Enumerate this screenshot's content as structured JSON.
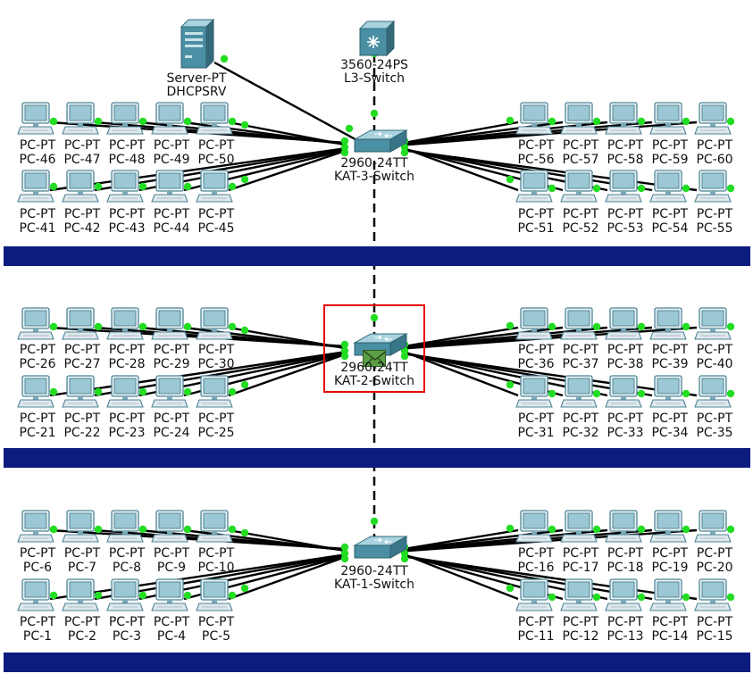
{
  "colors": {
    "floor_bar": "#0c1c7e",
    "link": "#000000",
    "link_up": "#22dd22",
    "selection": "#e60000",
    "pdu_envelope": "#5a9e46",
    "device_body": "#4a8fa3"
  },
  "server": {
    "type": "Server-PT",
    "name": "DHCPSRV",
    "icon": "server-icon"
  },
  "core": {
    "type": "3560-24PS",
    "name": "L3-Switch",
    "icon": "multilayer-switch-icon"
  },
  "switches": [
    {
      "id": "s3",
      "type": "2960-24TT",
      "name": "KAT-3-Switch",
      "icon": "switch-icon"
    },
    {
      "id": "s2",
      "type": "2960-24TT",
      "name": "KAT-2-Switch",
      "icon": "switch-icon"
    },
    {
      "id": "s1",
      "type": "2960-24TT",
      "name": "KAT-1-Switch",
      "icon": "switch-icon"
    }
  ],
  "pc_type": "PC-PT",
  "floors": [
    {
      "switch": "KAT-3-Switch",
      "left_top": [
        "PC-46",
        "PC-47",
        "PC-48",
        "PC-49",
        "PC-50"
      ],
      "left_bottom": [
        "PC-41",
        "PC-42",
        "PC-43",
        "PC-44",
        "PC-45"
      ],
      "right_top": [
        "PC-56",
        "PC-57",
        "PC-58",
        "PC-59",
        "PC-60"
      ],
      "right_bottom": [
        "PC-51",
        "PC-52",
        "PC-53",
        "PC-54",
        "PC-55"
      ]
    },
    {
      "switch": "KAT-2-Switch",
      "left_top": [
        "PC-26",
        "PC-27",
        "PC-28",
        "PC-29",
        "PC-30"
      ],
      "left_bottom": [
        "PC-21",
        "PC-22",
        "PC-23",
        "PC-24",
        "PC-25"
      ],
      "right_top": [
        "PC-36",
        "PC-37",
        "PC-38",
        "PC-39",
        "PC-40"
      ],
      "right_bottom": [
        "PC-31",
        "PC-32",
        "PC-33",
        "PC-34",
        "PC-35"
      ]
    },
    {
      "switch": "KAT-1-Switch",
      "left_top": [
        "PC-6",
        "PC-7",
        "PC-8",
        "PC-9",
        "PC-10"
      ],
      "left_bottom": [
        "PC-1",
        "PC-2",
        "PC-3",
        "PC-4",
        "PC-5"
      ],
      "right_top": [
        "PC-16",
        "PC-17",
        "PC-18",
        "PC-19",
        "PC-20"
      ],
      "right_bottom": [
        "PC-11",
        "PC-12",
        "PC-13",
        "PC-14",
        "PC-15"
      ]
    }
  ],
  "selected_device": "KAT-2-Switch",
  "pdu_icon": "envelope-icon"
}
